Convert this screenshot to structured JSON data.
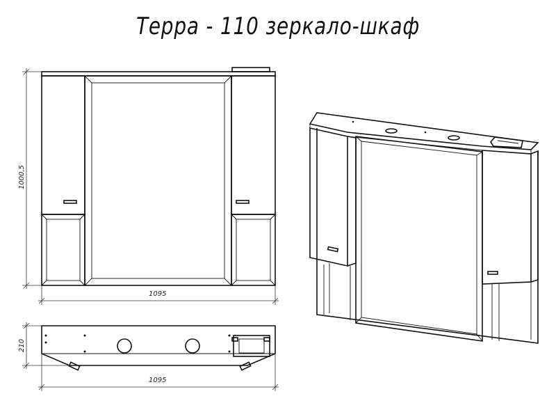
{
  "title": "Терра - 110 зеркало-шкаф",
  "dimensions": {
    "front_height": "1000,5",
    "front_width": "1095",
    "top_depth": "210",
    "top_width": "1095"
  }
}
